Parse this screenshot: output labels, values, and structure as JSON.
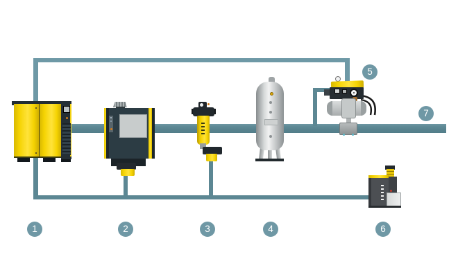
{
  "diagram": {
    "type": "compressed-air-station-process-diagram",
    "badges": [
      {
        "label": "1",
        "component": "rotary-screw-compressor"
      },
      {
        "label": "2",
        "component": "refrigeration-dryer"
      },
      {
        "label": "3",
        "component": "compressed-air-filter"
      },
      {
        "label": "4",
        "component": "air-receiver-tank"
      },
      {
        "label": "5",
        "component": "air-main-charging-system"
      },
      {
        "label": "6",
        "component": "oil-water-separator"
      },
      {
        "label": "7",
        "component": "compressed-air-distribution-line"
      }
    ],
    "colors": {
      "background": "#ffffff",
      "pipe_main": "#5c8793",
      "pipe_bypass": "#6e99a6",
      "badge_background": "#6f98a5",
      "badge_text": "#ffffff",
      "equipment_yellow": "#f5d302",
      "equipment_dark": "#27323a"
    }
  }
}
